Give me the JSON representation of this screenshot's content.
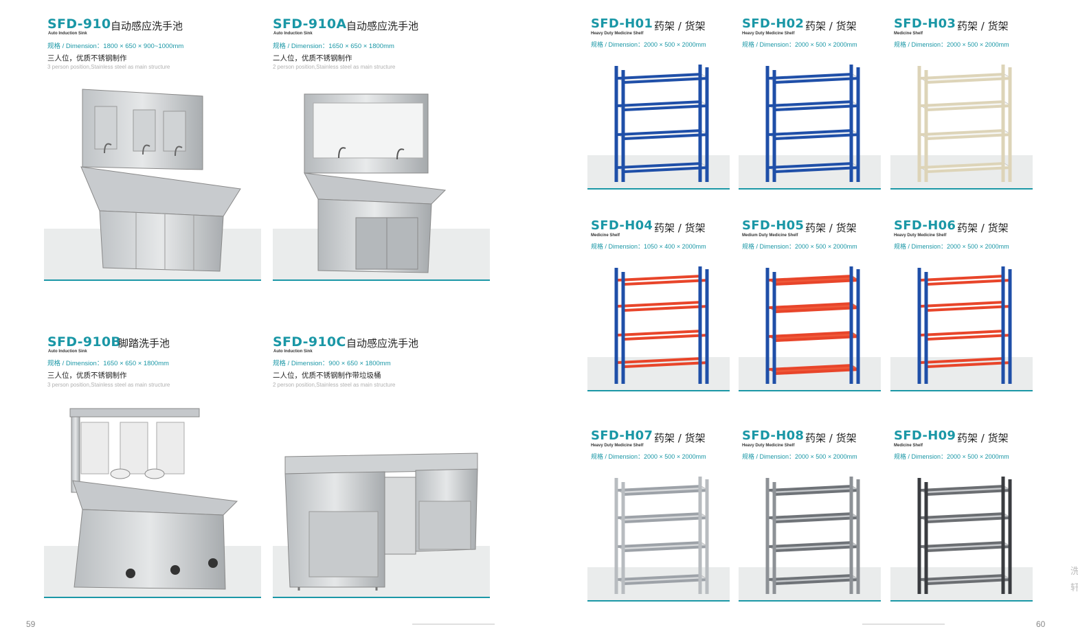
{
  "sinks": [
    {
      "code": "SFD-910",
      "name": "自动感应洗手池",
      "en": "Auto Induction Sink",
      "spec": "规格 / Dimension：1800 × 650 × 900~1000mm",
      "desc_cn": "三人位，优质不锈钢制作",
      "desc_en": "3 person position,Stainless steel as main structure"
    },
    {
      "code": "SFD-910A",
      "name": "自动感应洗手池",
      "en": "Auto Induction Sink",
      "spec": "规格 / Dimension：1650 × 650 × 1800mm",
      "desc_cn": "二人位，优质不锈钢制作",
      "desc_en": "2 person position,Stainless steel as main structure"
    },
    {
      "code": "SFD-910B",
      "name": "脚踏洗手池",
      "en": "Auto Induction Sink",
      "spec": "规格 / Dimension：1650 × 650 × 1800mm",
      "desc_cn": "三人位，优质不锈钢制作",
      "desc_en": "3 person position,Stainless steel as main structure"
    },
    {
      "code": "SFD-910C",
      "name": "自动感应洗手池",
      "en": "Auto Induction Sink",
      "spec": "规格 / Dimension：900 × 650 × 1800mm",
      "desc_cn": "二人位，优质不锈钢制作带垃圾桶",
      "desc_en": "2 person position,Stainless steel as main structure"
    }
  ],
  "shelves": [
    {
      "code": "SFD-H01",
      "name": "药架 / 货架",
      "en": "Heavy Duty Medicine Shelf",
      "spec": "规格 / Dimension：2000 × 500 × 2000mm",
      "frame": "#1f4fa8",
      "beam": "#1f4fa8",
      "board": "#f4f4f4"
    },
    {
      "code": "SFD-H02",
      "name": "药架 / 货架",
      "en": "Heavy Duty Medicine Shelf",
      "spec": "规格 / Dimension：2000 × 500 × 2000mm",
      "frame": "#1f4fa8",
      "beam": "#1f4fa8",
      "board": "#e8ecf2"
    },
    {
      "code": "SFD-H03",
      "name": "药架 / 货架",
      "en": "Medicine Shelf",
      "spec": "规格 / Dimension：2000 × 500 × 2000mm",
      "frame": "#ddd4b8",
      "beam": "#ddd4b8",
      "board": "#f5f5f2"
    },
    {
      "code": "SFD-H04",
      "name": "药架 / 货架",
      "en": "Medicine Shelf",
      "spec": "规格 / Dimension：1050 × 400 × 2000mm",
      "frame": "#1f4fa8",
      "beam": "#e8452a",
      "board": "none"
    },
    {
      "code": "SFD-H05",
      "name": "药架 / 货架",
      "en": "Medium Duty Medicine Shelf",
      "spec": "规格 / Dimension：2000 × 500 × 2000mm",
      "frame": "#1f4fa8",
      "beam": "#e8452a",
      "board": "#ef5a3a"
    },
    {
      "code": "SFD-H06",
      "name": "药架 / 货架",
      "en": "Heavy Duty Medicine Shelf",
      "spec": "规格 / Dimension：2000 × 500 × 2000mm",
      "frame": "#1f4fa8",
      "beam": "#e8452a",
      "board": "none"
    },
    {
      "code": "SFD-H07",
      "name": "药架 / 货架",
      "en": "Heavy Duty Medicine Shelf",
      "spec": "规格 / Dimension：2000 × 500 × 2000mm",
      "frame": "#b8bcc0",
      "beam": "#9da2a8",
      "board": "#d8dadc"
    },
    {
      "code": "SFD-H08",
      "name": "药架 / 货架",
      "en": "Heavy Duty Medicine Shelf",
      "spec": "规格 / Dimension：2000 × 500 × 2000mm",
      "frame": "#8d9196",
      "beam": "#6f7378",
      "board": "#c6c9cc"
    },
    {
      "code": "SFD-H09",
      "name": "药架 / 货架",
      "en": "Medicine Shelf",
      "spec": "规格 / Dimension：2000 × 500 × 2000mm",
      "frame": "#3a3c40",
      "beam": "#6b6e72",
      "board": "#c9cbce"
    }
  ],
  "colors": {
    "accent": "#1a97a6",
    "floor": "#eaecec"
  },
  "footer": {
    "left_page": "59",
    "right_page": "60",
    "side_text": "洗 轩"
  }
}
